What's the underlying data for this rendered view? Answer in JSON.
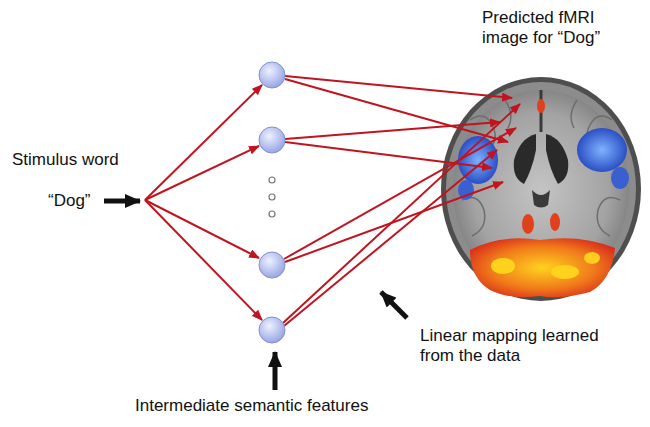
{
  "diagram": {
    "labels": [
      "Stimulus word",
      "“Dog”",
      "Predicted fMRI image for “Dog”",
      "Linear mapping learned from the data",
      "Intermediate semantic features"
    ]
  }
}
